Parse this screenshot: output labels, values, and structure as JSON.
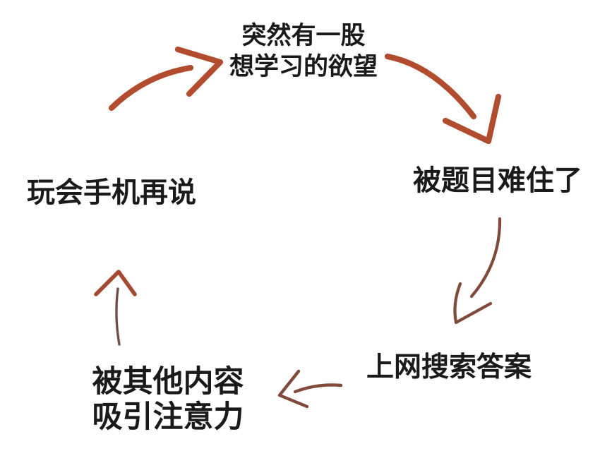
{
  "diagram": {
    "type": "hand-drawn-cycle",
    "nodes": {
      "top": {
        "line1": "突然有一股",
        "line2": "想学习的欲望"
      },
      "right": {
        "line1": "被题目难住了"
      },
      "bottom_right": {
        "line1": "上网搜索答案"
      },
      "bottom_left": {
        "line1": "被其他内容",
        "line2": "吸引注意力"
      },
      "left": {
        "line1": "玩会手机再说"
      }
    },
    "edges": [
      {
        "from": "玩会手机再说",
        "to": "突然有一股想学习的欲望",
        "style": "thick-marker"
      },
      {
        "from": "突然有一股想学习的欲望",
        "to": "被题目难住了",
        "style": "thick-marker"
      },
      {
        "from": "被题目难住了",
        "to": "上网搜索答案",
        "style": "thin-pen"
      },
      {
        "from": "上网搜索答案",
        "to": "被其他内容吸引注意力",
        "style": "thin-pen"
      },
      {
        "from": "被其他内容吸引注意力",
        "to": "玩会手机再说",
        "style": "thin-pen"
      }
    ]
  },
  "colors": {
    "background": "#ffffff",
    "text": "#1a1a1a",
    "arrow_primary": "#b24c2e",
    "arrow_secondary": "#80493a",
    "arrow_dark": "#6f5044",
    "arrow_accent": "#a34a31"
  }
}
